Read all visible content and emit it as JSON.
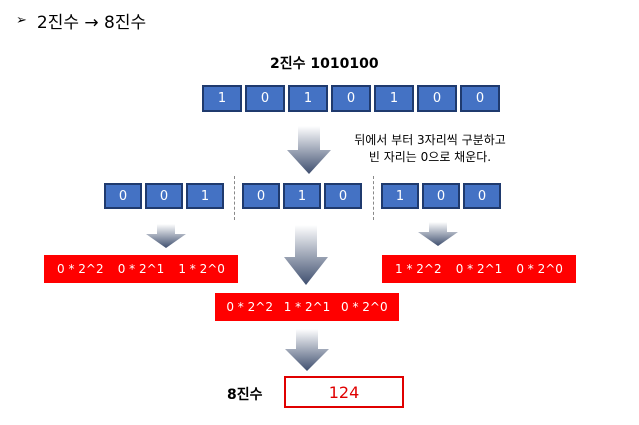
{
  "title": {
    "bullet": "➢",
    "text": "2진수 → 8진수"
  },
  "binary_label": "2진수 1010100",
  "binary_bits": [
    "1",
    "0",
    "1",
    "0",
    "1",
    "0",
    "0"
  ],
  "note": {
    "line1": "뒤에서 부터 3자리씩 구분하고",
    "line2": "빈 자리는 0으로 채운다."
  },
  "groups": [
    [
      "0",
      "0",
      "1"
    ],
    [
      "0",
      "1",
      "0"
    ],
    [
      "1",
      "0",
      "0"
    ]
  ],
  "weights": {
    "left": [
      "0 * 2^2",
      "0 * 2^1",
      "1 * 2^0"
    ],
    "middle": [
      "0 * 2^2",
      "1 * 2^1",
      "0 * 2^0"
    ],
    "right": [
      "1 * 2^2",
      "0 * 2^1",
      "0 * 2^0"
    ]
  },
  "result": {
    "label": "8진수",
    "value": "124"
  },
  "colors": {
    "bit_fill": "#4472c4",
    "red": "#ff0000",
    "arrow_dark": "#3f4f6f"
  }
}
